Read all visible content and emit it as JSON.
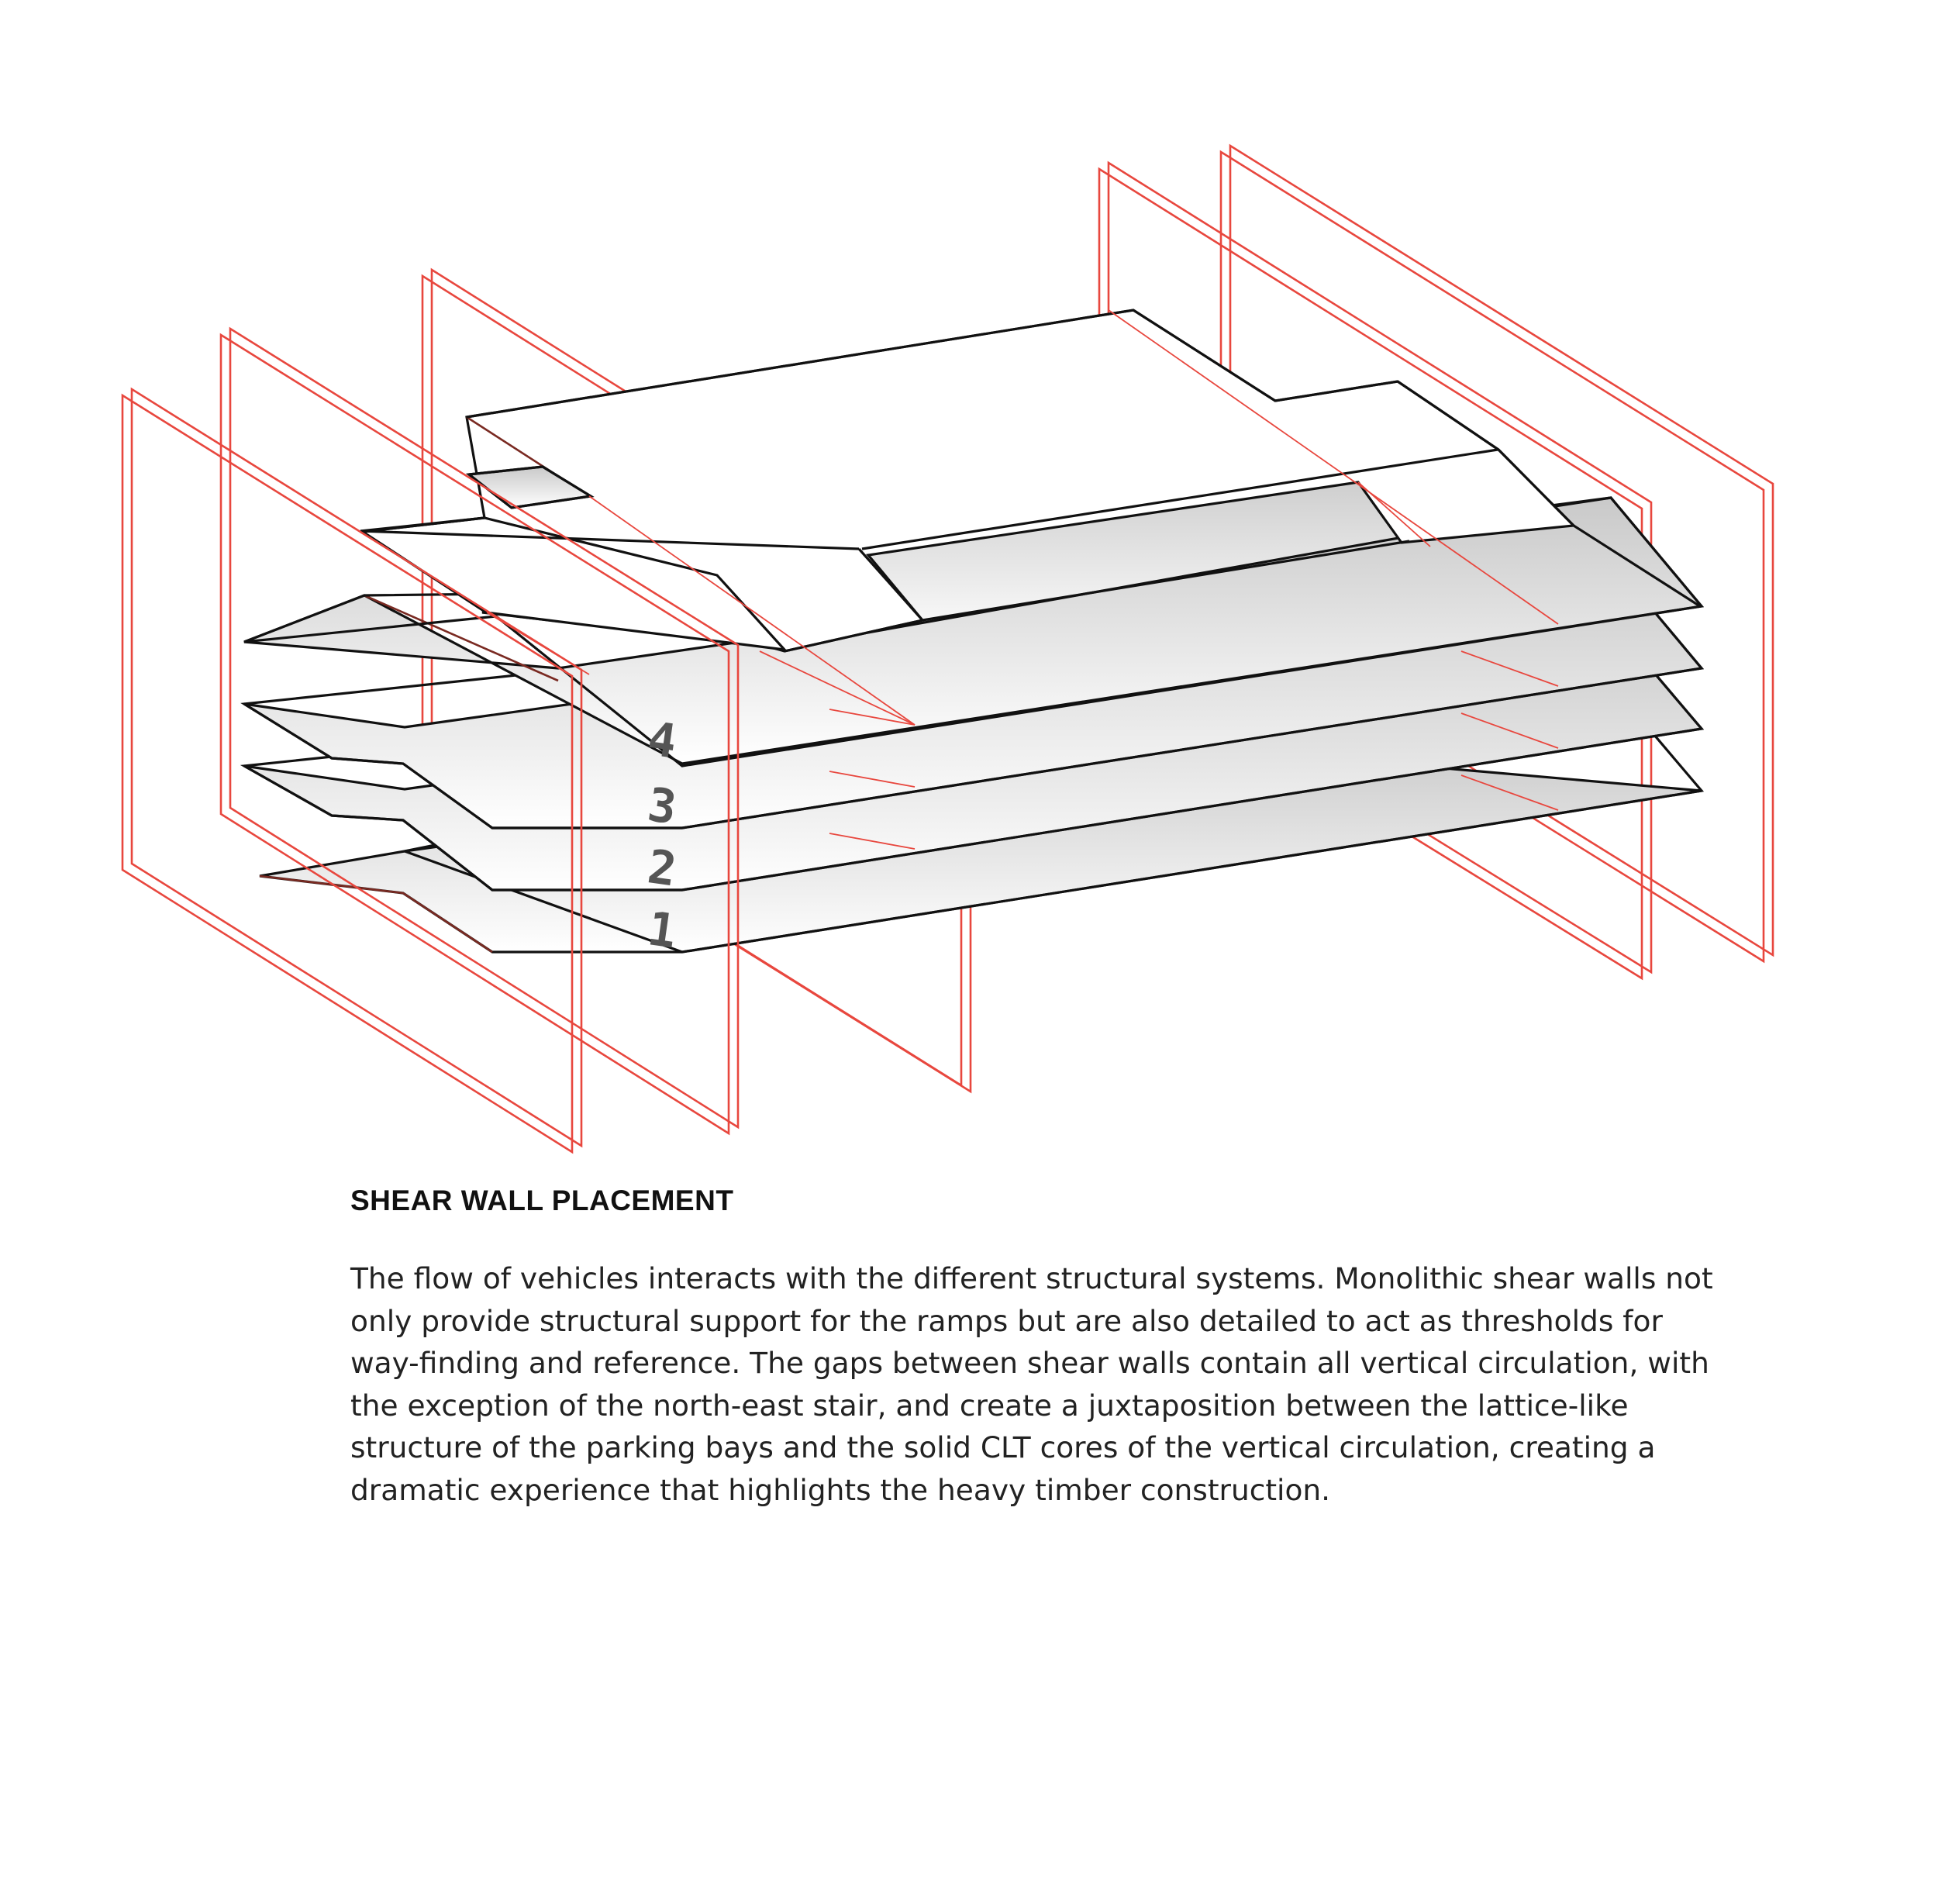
{
  "caption": {
    "title": "SHEAR WALL PLACEMENT",
    "body": "The flow of vehicles interacts with the different structural systems. Monolithic shear walls not only provide structural support for the ramps but are also detailed to act as thresholds for way-finding and reference. The gaps between shear walls contain all vertical circulation, with the exception of the north-east stair, and create a juxtaposition between the lattice-like structure of the parking bays and the solid CLT cores of the vertical circulation, creating a dramatic experience that highlights the heavy timber construction."
  },
  "diagram": {
    "levels": [
      {
        "label": "1"
      },
      {
        "label": "2"
      },
      {
        "label": "3"
      },
      {
        "label": "4"
      }
    ],
    "colors": {
      "shear_wall": "#e8473e",
      "slab_outline": "#111111",
      "slab_fill": "#ffffff",
      "slab_shade": "#d2d2d2",
      "level_label": "#555555"
    }
  }
}
